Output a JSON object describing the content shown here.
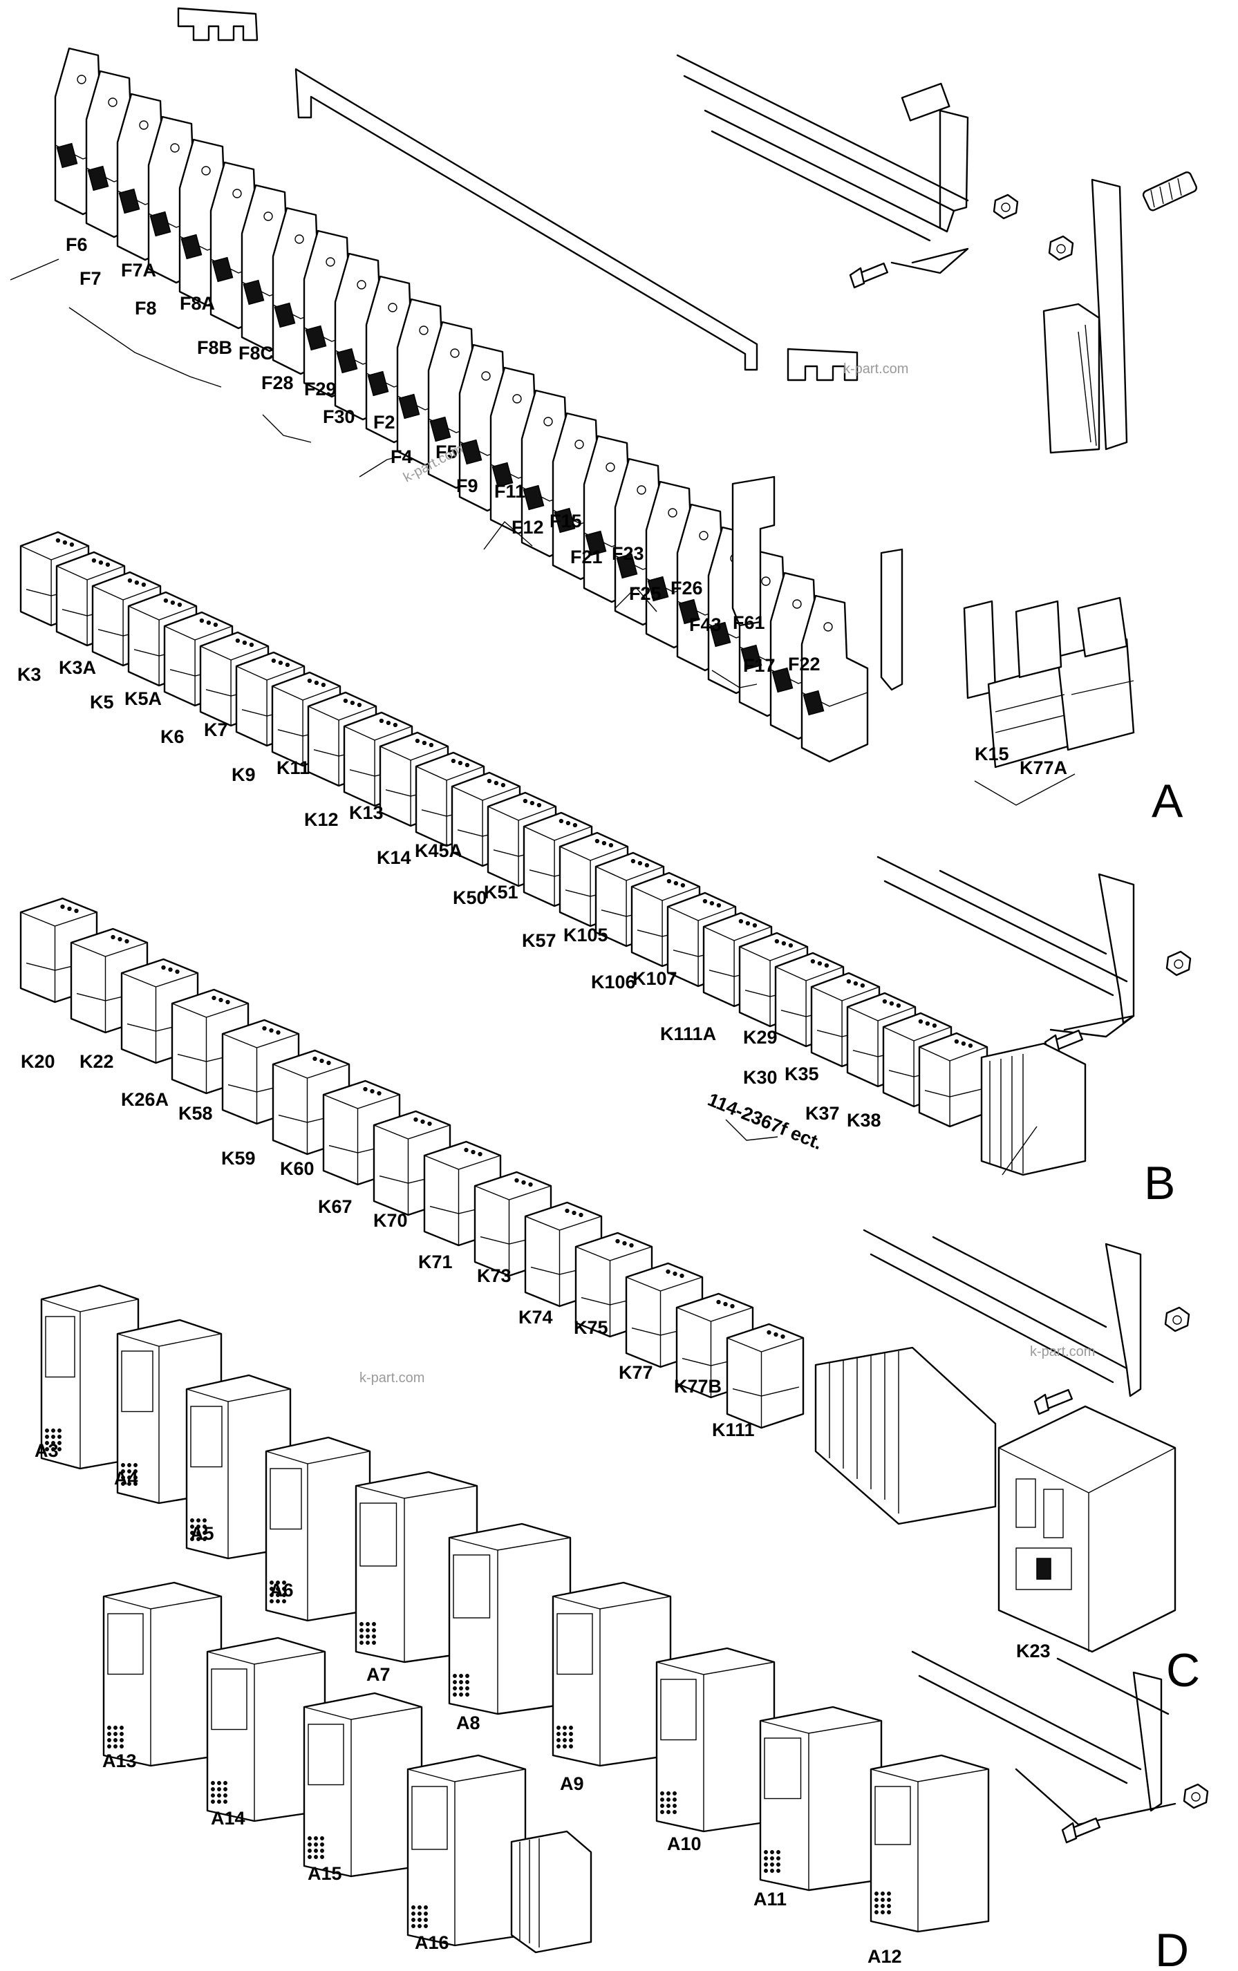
{
  "section_labels": [
    "A",
    "B",
    "C",
    "D"
  ],
  "watermarks": [
    "k-part.com",
    "k-part.com",
    "k-part.com",
    "k-part.com"
  ],
  "group_a": {
    "fuses": [
      "F6",
      "F7",
      "F7A",
      "F8",
      "F8A",
      "F8B",
      "F8C",
      "F28",
      "F29",
      "F30",
      "F2",
      "F4",
      "F5",
      "F9",
      "F11",
      "F12",
      "F15",
      "F21",
      "F23",
      "F25",
      "F26",
      "F43",
      "F61",
      "F17",
      "F22"
    ],
    "relays": [
      "K3",
      "K3A",
      "K5",
      "K5A",
      "K6",
      "K7",
      "K9",
      "K11",
      "K12",
      "K13",
      "K14",
      "K45A",
      "K50",
      "K51",
      "K57",
      "K105",
      "K106",
      "K107",
      "K111A",
      "K29",
      "K30",
      "K35",
      "K37",
      "K38"
    ],
    "side_relays": [
      "K15",
      "K77A"
    ]
  },
  "group_b": {
    "relays": [
      "K20",
      "K22",
      "K26A",
      "K58",
      "K59",
      "K60",
      "K67",
      "K70",
      "K71",
      "K73",
      "K74",
      "K75",
      "K77",
      "K77B",
      "K111"
    ],
    "note": "114-2367f ect."
  },
  "group_c": {
    "modules": [
      "A3",
      "A4",
      "A5",
      "A6",
      "A7",
      "A8",
      "A9",
      "A10",
      "A11",
      "A12",
      "A13",
      "A14",
      "A15",
      "A16"
    ],
    "contactor": "K23"
  }
}
